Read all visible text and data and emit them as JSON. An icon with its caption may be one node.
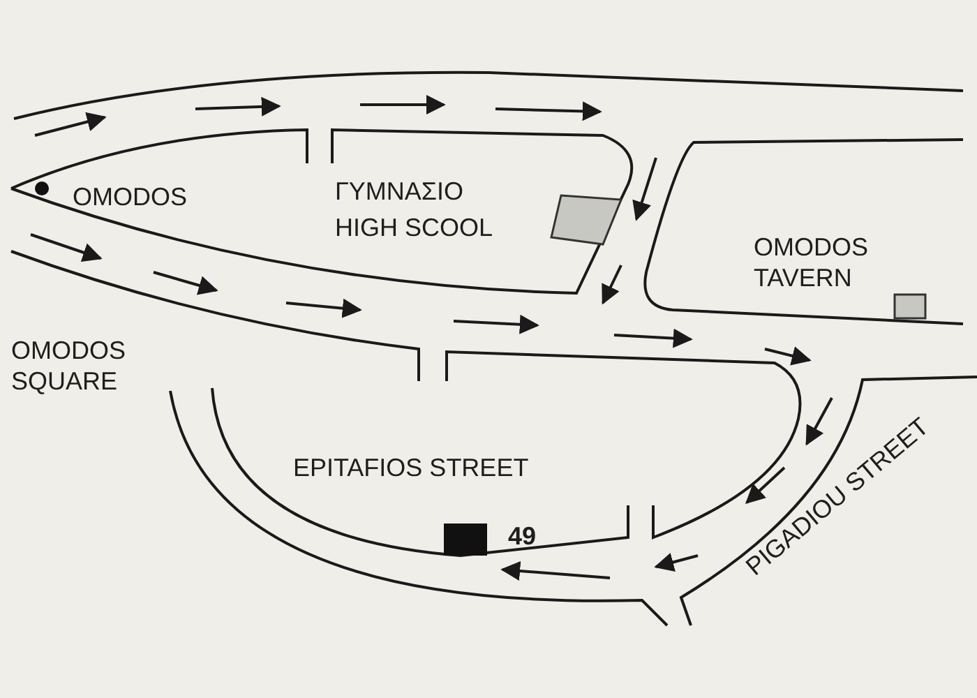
{
  "diagram": {
    "labels": [
      "OMODOS",
      "ΓΥΜΝΑΣΙΟ",
      "HIGH SCOOL",
      "OMODOS TAVERN",
      "OMODOS SQUARE",
      "EPITAFIOS STREET",
      "49",
      "PIGADIOU STREET"
    ]
  }
}
